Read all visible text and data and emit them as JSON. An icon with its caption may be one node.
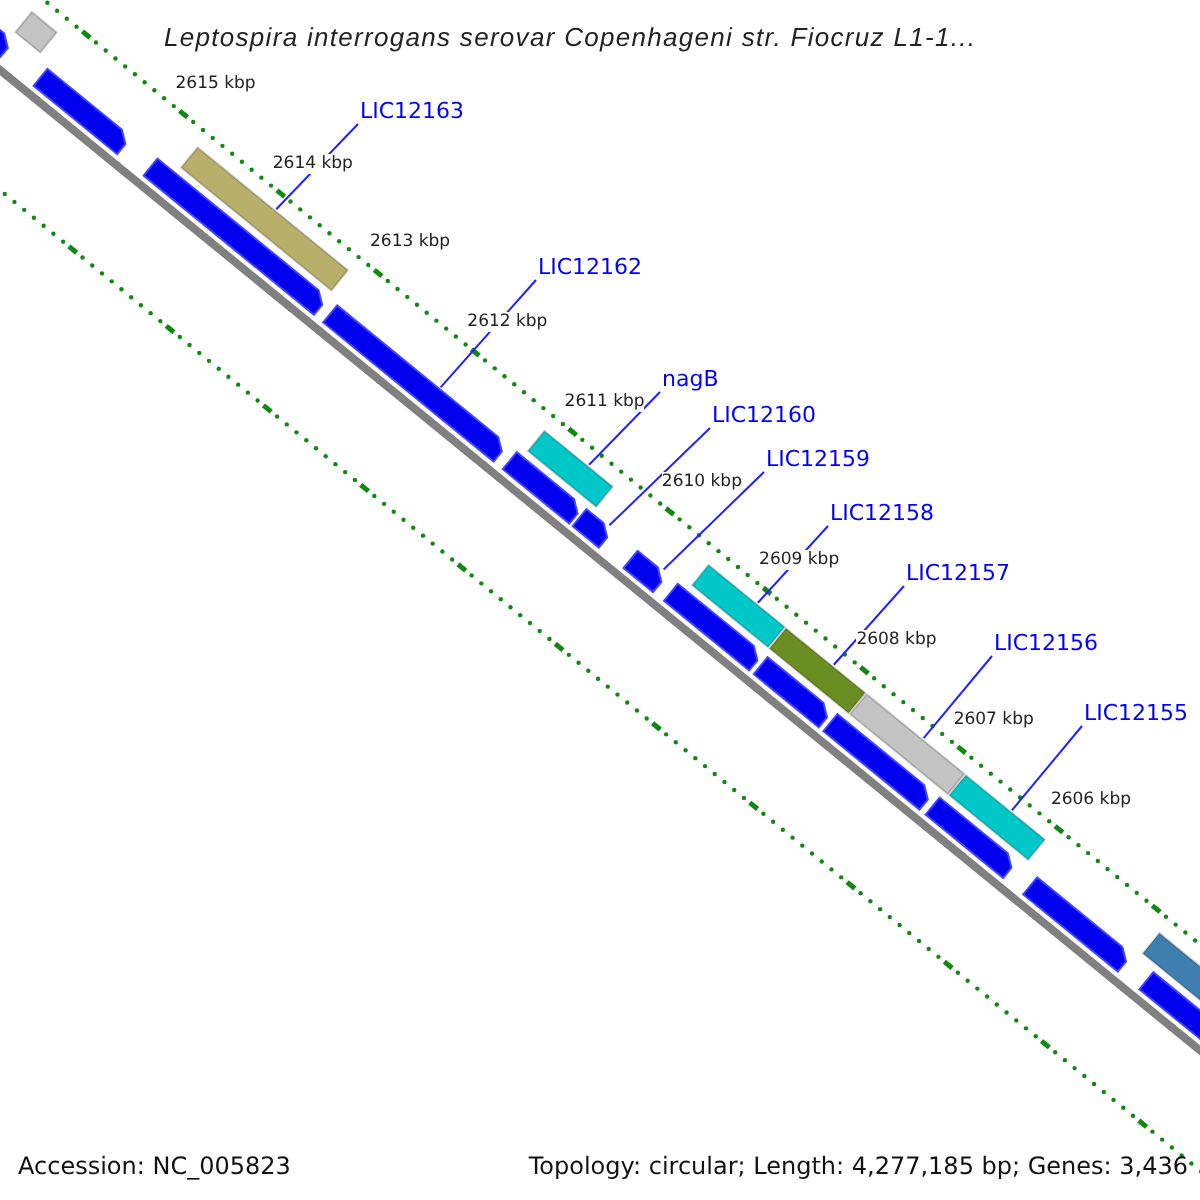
{
  "diagram": {
    "title": "Leptospira interrogans serovar Copenhageni str. Fiocruz L1-1...",
    "nodes": [
      {
        "text": [],
        "shape": "bar"
      },
      {
        "text": [],
        "shape": "bar"
      },
      {
        "text": [],
        "shape": "bar"
      },
      {
        "text": [],
        "shape": "bar"
      },
      {
        "text": [],
        "shape": "bar"
      },
      {
        "text": [
          "LIC12163"
        ]
      },
      {
        "text": [],
        "shape": "bar"
      },
      {
        "text": [
          "LIC12162"
        ]
      },
      {
        "text": [
          "nagB"
        ]
      },
      {
        "text": [],
        "shape": "bar"
      },
      {
        "text": [],
        "shape": "bar"
      },
      {
        "text": [],
        "shape": "bar"
      },
      {
        "text": [
          "LIC12160"
        ]
      },
      {
        "text": [
          "LIC12159"
        ]
      },
      {
        "text": [],
        "shape": "bar"
      },
      {
        "text": [
          "LIC12158"
        ]
      },
      {
        "text": [],
        "shape": "bar"
      },
      {
        "text": [],
        "shape": "bar"
      },
      {
        "text": [
          "LIC12157"
        ]
      },
      {
        "text": [],
        "shape": "bar"
      },
      {
        "text": [],
        "shape": "bar"
      },
      {
        "text": [
          "LIC12156"
        ]
      },
      {
        "text": [],
        "shape": "bar"
      },
      {
        "text": [],
        "shape": "bar"
      },
      {
        "text": [
          "LIC12155"
        ]
      },
      {
        "text": [],
        "shape": "bar"
      },
      {
        "text": [],
        "shape": "bar"
      },
      {
        "text": [],
        "shape": "bar"
      },
      {
        "text": [],
        "shape": "bar"
      },
      {
        "text": [],
        "shape": "bar"
      }
    ],
    "edges": [
      {
        "from": 5,
        "to": 3,
        "arrow": "none"
      },
      {
        "from": 7,
        "to": 6,
        "arrow": "none"
      },
      {
        "from": 8,
        "to": 9,
        "arrow": "none"
      },
      {
        "from": 12,
        "to": 11,
        "arrow": "none"
      },
      {
        "from": 13,
        "to": 14,
        "arrow": "none"
      },
      {
        "from": 15,
        "to": 16,
        "arrow": "none"
      },
      {
        "from": 18,
        "to": 19,
        "arrow": "none"
      },
      {
        "from": 21,
        "to": 22,
        "arrow": "none"
      },
      {
        "from": 24,
        "to": 25,
        "arrow": "none"
      }
    ],
    "labels": [
      "2615 kbp",
      "2614 kbp",
      "2613 kbp",
      "2612 kbp",
      "2611 kbp",
      "2610 kbp",
      "2609 kbp",
      "2608 kbp",
      "2607 kbp",
      "2606 kbp",
      "Accession: NC_005823",
      "Topology: circular; Length: 4,277,185 bp; Genes: 3,436"
    ]
  }
}
